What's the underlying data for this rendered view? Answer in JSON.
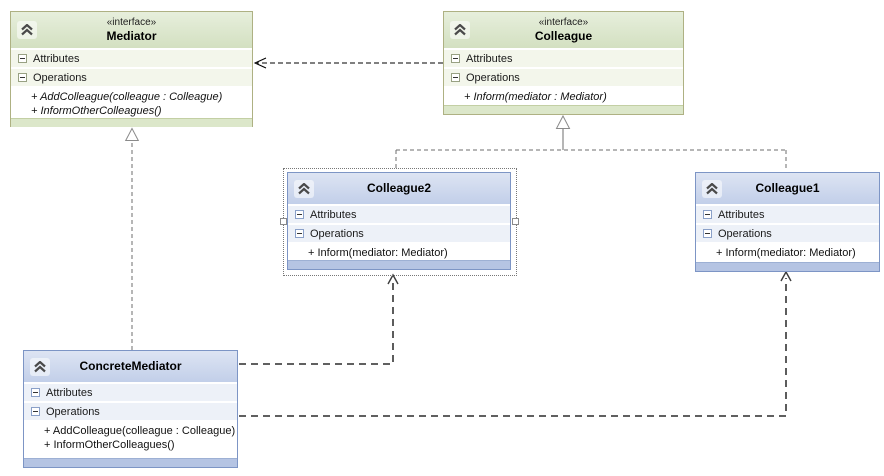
{
  "diagram": {
    "tool": "uml-class-diagram",
    "pattern": "Mediator"
  },
  "theme": {
    "interface_header": "#dce8cc",
    "interface_border": "#aeb183",
    "interface_row": "#f3f6eb",
    "interface_footer": "#dce7ca",
    "class_header": "#ccd7ed",
    "class_border": "#7d95c5",
    "class_row": "#edf1f8",
    "class_footer": "#b5c4e3",
    "connector_dark": "#4a4a4a",
    "connector_gray": "#6e6e6e",
    "selection_gray": "#777777"
  },
  "classes": {
    "mediator": {
      "stereotype": "«interface»",
      "name": "Mediator",
      "attributes_label": "Attributes",
      "operations_label": "Operations",
      "operations": [
        "+ AddColleague(colleague : Colleague)",
        "+ InformOtherColleagues()"
      ]
    },
    "colleague": {
      "stereotype": "«interface»",
      "name": "Colleague",
      "attributes_label": "Attributes",
      "operations_label": "Operations",
      "operations": [
        "+ Inform(mediator : Mediator)"
      ]
    },
    "colleague2": {
      "name": "Colleague2",
      "attributes_label": "Attributes",
      "operations_label": "Operations",
      "operations": [
        "+ Inform(mediator: Mediator)"
      ],
      "selected": true
    },
    "colleague1": {
      "name": "Colleague1",
      "attributes_label": "Attributes",
      "operations_label": "Operations",
      "operations": [
        "+ Inform(mediator: Mediator)"
      ]
    },
    "concrete_mediator": {
      "name": "ConcreteMediator",
      "attributes_label": "Attributes",
      "operations_label": "Operations",
      "operations": [
        "+ AddColleague(colleague : Colleague)",
        "+ InformOtherColleagues()"
      ]
    }
  },
  "relationships": [
    {
      "type": "dependency",
      "from": "Colleague",
      "to": "Mediator"
    },
    {
      "type": "realization",
      "from": "ConcreteMediator",
      "to": "Mediator"
    },
    {
      "type": "realization",
      "from": "Colleague2",
      "to": "Colleague"
    },
    {
      "type": "realization",
      "from": "Colleague1",
      "to": "Colleague"
    },
    {
      "type": "association",
      "from": "ConcreteMediator",
      "to": "Colleague2"
    },
    {
      "type": "association",
      "from": "ConcreteMediator",
      "to": "Colleague1"
    }
  ]
}
